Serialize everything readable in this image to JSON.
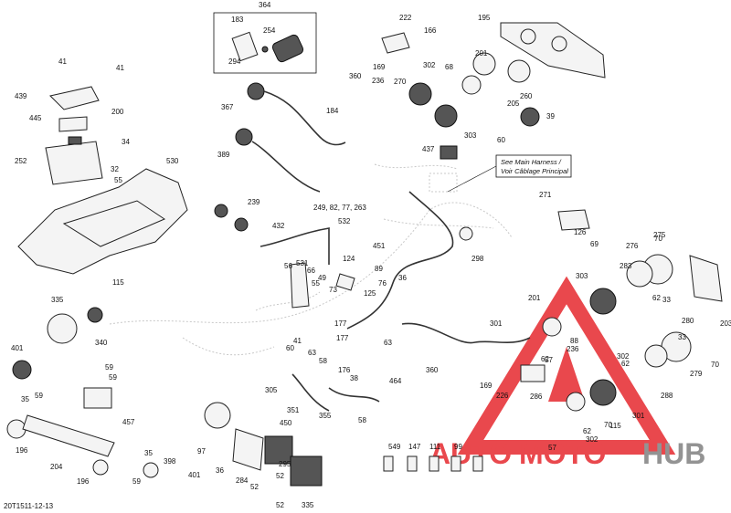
{
  "diagram_code": "20T1511-12-13",
  "harness_note": [
    "See Main Harness /",
    "Voir Câblage Principal"
  ],
  "watermark": {
    "part1": "AUTO",
    "part2": "MOTO",
    "part3": "HUB",
    "red": "#e8393e",
    "grey": "#8a8a8a"
  },
  "callouts": [
    "364",
    "183",
    "254",
    "294",
    "222",
    "166",
    "195",
    "169",
    "236",
    "270",
    "302",
    "201",
    "68",
    "360",
    "41",
    "41",
    "439",
    "200",
    "445",
    "34",
    "252",
    "32",
    "55",
    "530",
    "115",
    "367",
    "184",
    "389",
    "205",
    "260",
    "39",
    "60",
    "303",
    "437",
    "249, 82, 77, 263",
    "532",
    "239",
    "432",
    "271",
    "126",
    "69",
    "451",
    "298",
    "56",
    "531",
    "66",
    "49",
    "55",
    "124",
    "89",
    "76",
    "73",
    "125",
    "36",
    "70",
    "275",
    "276",
    "283",
    "62",
    "33",
    "203",
    "201",
    "303",
    "335",
    "340",
    "401",
    "35",
    "59",
    "59",
    "457",
    "59",
    "196",
    "204",
    "196",
    "401",
    "35",
    "398",
    "59",
    "60",
    "41",
    "63",
    "58",
    "305",
    "351",
    "355",
    "58",
    "177",
    "177",
    "176",
    "38",
    "63",
    "464",
    "360",
    "301",
    "57",
    "88",
    "62",
    "236",
    "169",
    "226",
    "286",
    "62",
    "302",
    "70",
    "280",
    "279",
    "70",
    "33",
    "288",
    "301",
    "57",
    "62",
    "302",
    "115",
    "450",
    "36",
    "284",
    "52",
    "52",
    "295",
    "52",
    "335",
    "97",
    "549",
    "147",
    "111",
    "99"
  ]
}
